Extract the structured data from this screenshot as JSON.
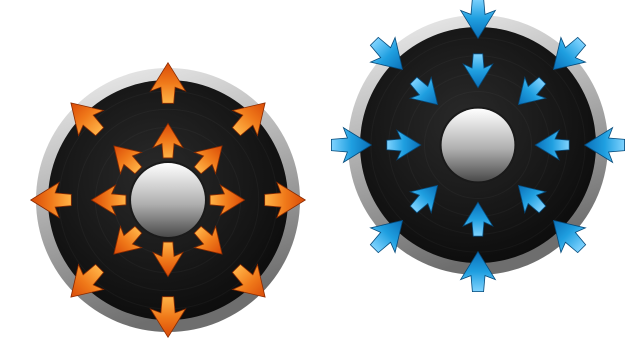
{
  "illustrations": [
    {
      "name": "outward-disc",
      "direction": "outward",
      "colors": {
        "arrow_light": "#ffb347",
        "arrow_mid": "#f07a1a",
        "arrow_dark": "#d94a08",
        "arrow_edge": "#8a2a00"
      }
    },
    {
      "name": "inward-disc",
      "direction": "inward",
      "colors": {
        "arrow_light": "#7fd3ff",
        "arrow_mid": "#1f9fe0",
        "arrow_dark": "#0a6fb8",
        "arrow_edge": "#064a7a"
      }
    }
  ],
  "disc_colors": {
    "rim_light": "#f2f2f2",
    "rim_mid": "#b8b8b8",
    "rim_dark": "#6e6e6e",
    "face_center": "#2a2a2a",
    "face_edge": "#0b0b0b",
    "hub_light": "#ffffff",
    "hub_mid": "#b0b0b0",
    "hub_dark": "#4a4a4a"
  }
}
